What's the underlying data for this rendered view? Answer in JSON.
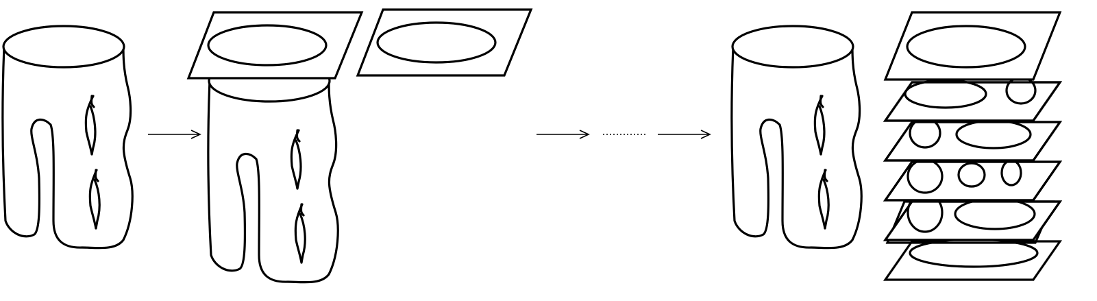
{
  "diagram": {
    "description_free": true,
    "colors": {
      "ink": "#000000",
      "background": "#ffffff"
    },
    "panels": [
      {
        "id": "surface",
        "plates": 0
      },
      {
        "id": "surface-with-first-plate",
        "plates": 1,
        "detached_plates": 1
      },
      {
        "id": "surface-with-stacked-plates",
        "plates": 6
      }
    ],
    "arrows": 3,
    "ellipsis": "dotted"
  }
}
